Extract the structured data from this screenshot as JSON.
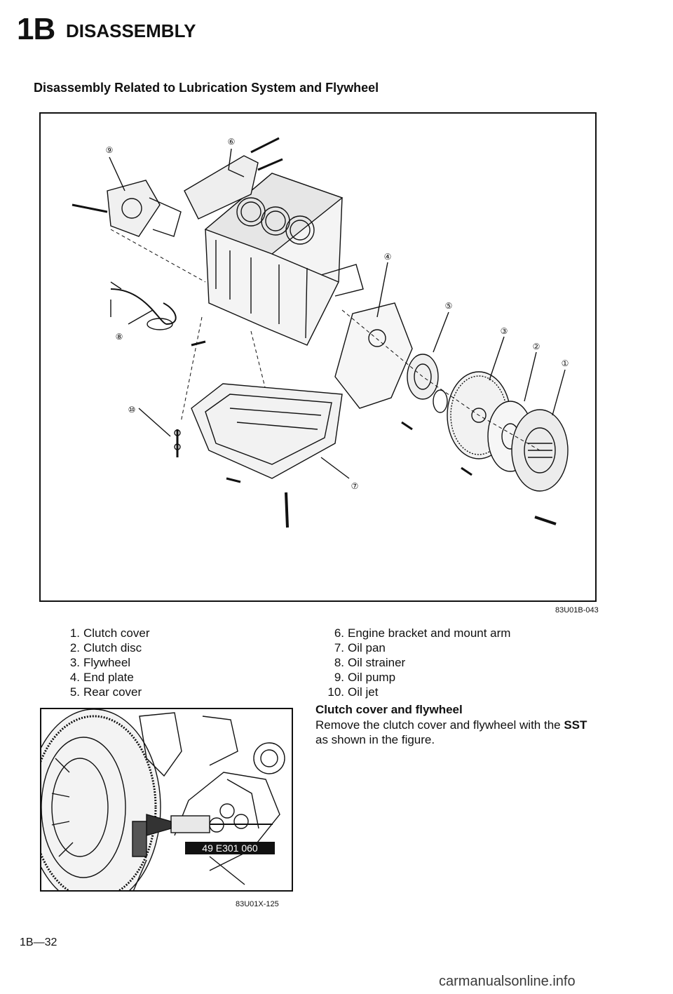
{
  "header": {
    "number": "1B",
    "title": "DISASSEMBLY"
  },
  "section_title": "Disassembly Related to Lubrication System and Flywheel",
  "figure1": {
    "code": "83U01B-043",
    "callouts": [
      "①",
      "②",
      "③",
      "④",
      "⑤",
      "⑥",
      "⑦",
      "⑧",
      "⑨",
      "⑩"
    ]
  },
  "legend_left": [
    {
      "num": "1.",
      "label": "Clutch cover"
    },
    {
      "num": "2.",
      "label": "Clutch disc"
    },
    {
      "num": "3.",
      "label": "Flywheel"
    },
    {
      "num": "4.",
      "label": "End plate"
    },
    {
      "num": "5.",
      "label": "Rear cover"
    }
  ],
  "legend_right": [
    {
      "num": "6.",
      "label": "Engine bracket and mount arm"
    },
    {
      "num": "7.",
      "label": "Oil pan"
    },
    {
      "num": "8.",
      "label": "Oil strainer"
    },
    {
      "num": "9.",
      "label": "Oil pump"
    },
    {
      "num": "10.",
      "label": "Oil jet"
    }
  ],
  "subsection": {
    "title": "Clutch cover and flywheel",
    "body_pre": "Remove the clutch cover and flywheel with the ",
    "body_bold": "SST",
    "body_post": " as shown in the figure."
  },
  "figure2": {
    "code": "83U01X-125",
    "tool_label": "49 E301 060"
  },
  "page_number": "1B—32",
  "watermark": "carmanualsonline.info"
}
